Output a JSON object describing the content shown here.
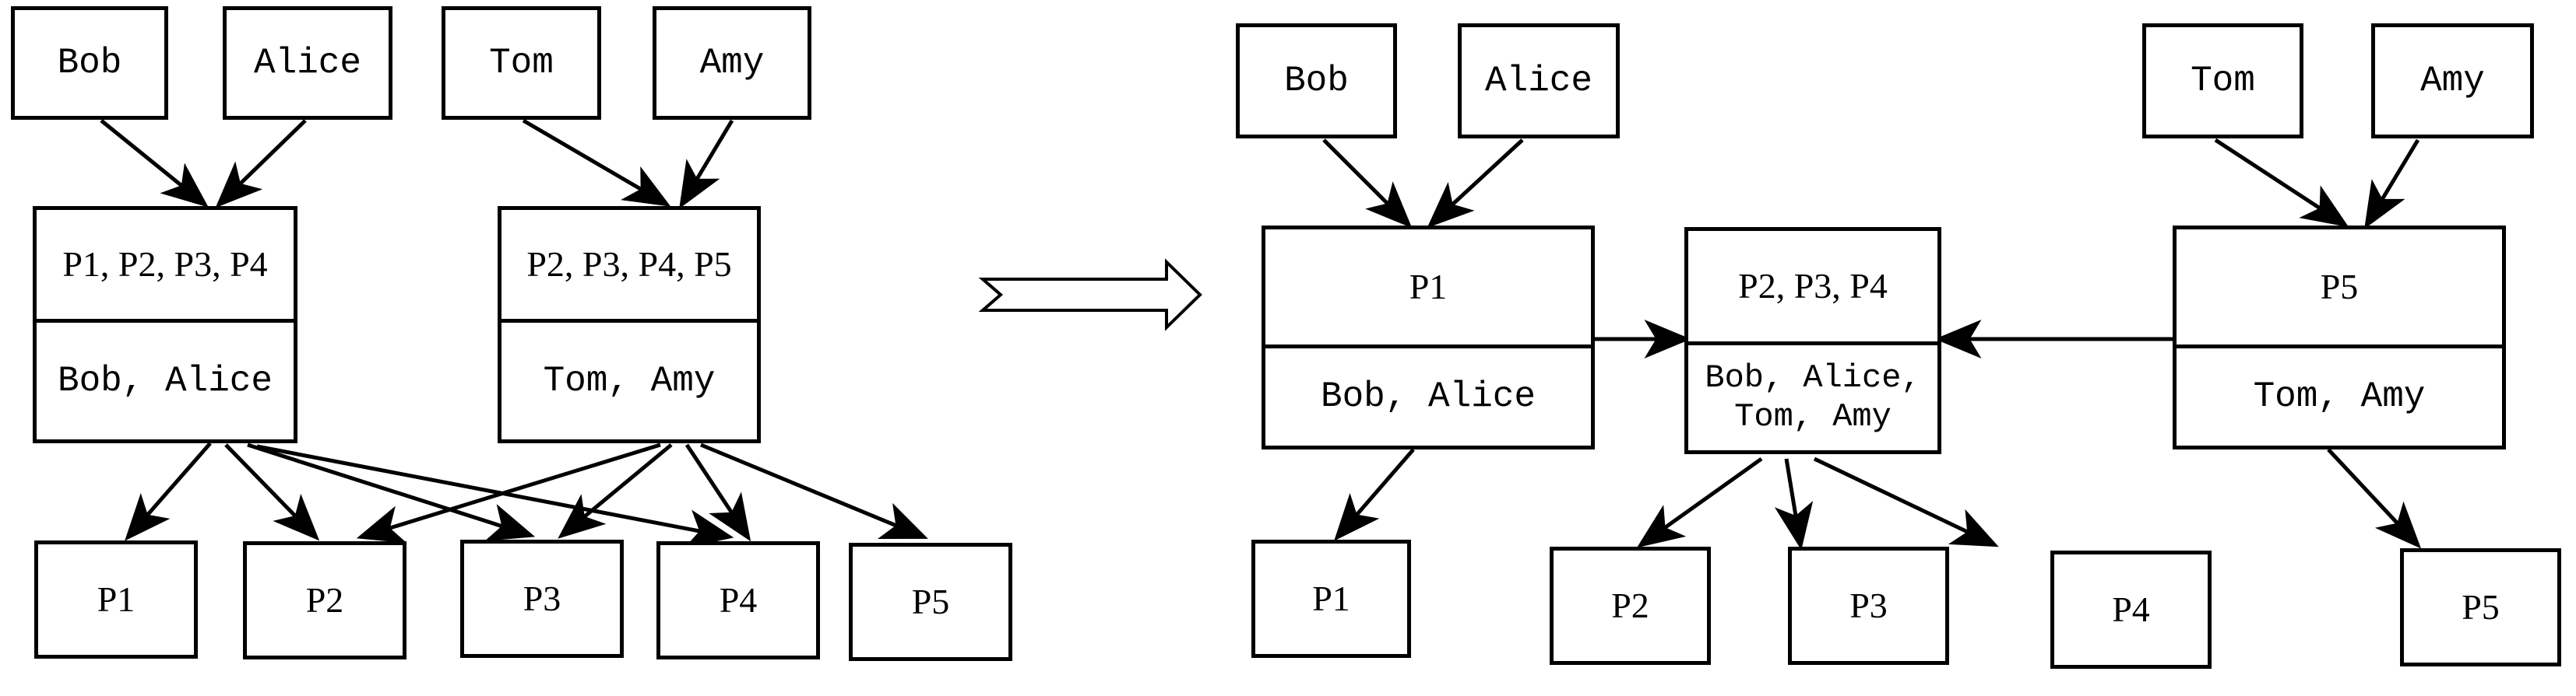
{
  "diagram": {
    "type": "transformation-diagram",
    "title": "",
    "transform_symbol": "block-arrow-right",
    "left": {
      "actors": [
        {
          "id": "L-bob",
          "label": "Bob"
        },
        {
          "id": "L-alice",
          "label": "Alice"
        },
        {
          "id": "L-tom",
          "label": "Tom"
        },
        {
          "id": "L-amy",
          "label": "Amy"
        }
      ],
      "groups": [
        {
          "id": "L-g1",
          "permissions": "P1, P2, P3, P4",
          "members": "Bob, Alice"
        },
        {
          "id": "L-g2",
          "permissions": "P2, P3, P4, P5",
          "members": "Tom, Amy"
        }
      ],
      "permissions": [
        {
          "id": "L-p1",
          "label": "P1"
        },
        {
          "id": "L-p2",
          "label": "P2"
        },
        {
          "id": "L-p3",
          "label": "P3"
        },
        {
          "id": "L-p4",
          "label": "P4"
        },
        {
          "id": "L-p5",
          "label": "P5"
        }
      ],
      "edges": [
        {
          "from": "L-bob",
          "to": "L-g1"
        },
        {
          "from": "L-alice",
          "to": "L-g1"
        },
        {
          "from": "L-tom",
          "to": "L-g2"
        },
        {
          "from": "L-amy",
          "to": "L-g2"
        },
        {
          "from": "L-g1",
          "to": "L-p1"
        },
        {
          "from": "L-g1",
          "to": "L-p2"
        },
        {
          "from": "L-g1",
          "to": "L-p3"
        },
        {
          "from": "L-g1",
          "to": "L-p4"
        },
        {
          "from": "L-g2",
          "to": "L-p2"
        },
        {
          "from": "L-g2",
          "to": "L-p3"
        },
        {
          "from": "L-g2",
          "to": "L-p4"
        },
        {
          "from": "L-g2",
          "to": "L-p5"
        }
      ]
    },
    "right": {
      "actors": [
        {
          "id": "R-bob",
          "label": "Bob"
        },
        {
          "id": "R-alice",
          "label": "Alice"
        },
        {
          "id": "R-tom",
          "label": "Tom"
        },
        {
          "id": "R-amy",
          "label": "Amy"
        }
      ],
      "groups": [
        {
          "id": "R-g1",
          "permissions": "P1",
          "members": "Bob, Alice"
        },
        {
          "id": "R-gm",
          "permissions": "P2, P3, P4",
          "members": "Bob, Alice, Tom, Amy"
        },
        {
          "id": "R-g2",
          "permissions": "P5",
          "members": "Tom, Amy"
        }
      ],
      "permissions": [
        {
          "id": "R-p1",
          "label": "P1"
        },
        {
          "id": "R-p2",
          "label": "P2"
        },
        {
          "id": "R-p3",
          "label": "P3"
        },
        {
          "id": "R-p4",
          "label": "P4"
        },
        {
          "id": "R-p5",
          "label": "P5"
        }
      ],
      "edges": [
        {
          "from": "R-bob",
          "to": "R-g1"
        },
        {
          "from": "R-alice",
          "to": "R-g1"
        },
        {
          "from": "R-tom",
          "to": "R-g2"
        },
        {
          "from": "R-amy",
          "to": "R-g2"
        },
        {
          "from": "R-g1",
          "to": "R-gm"
        },
        {
          "from": "R-g2",
          "to": "R-gm"
        },
        {
          "from": "R-g1",
          "to": "R-p1"
        },
        {
          "from": "R-gm",
          "to": "R-p2"
        },
        {
          "from": "R-gm",
          "to": "R-p3"
        },
        {
          "from": "R-gm",
          "to": "R-p4"
        },
        {
          "from": "R-g2",
          "to": "R-p5"
        }
      ]
    },
    "colors": {
      "stroke": "#000000",
      "fill": "#ffffff",
      "background": "#ffffff"
    }
  }
}
